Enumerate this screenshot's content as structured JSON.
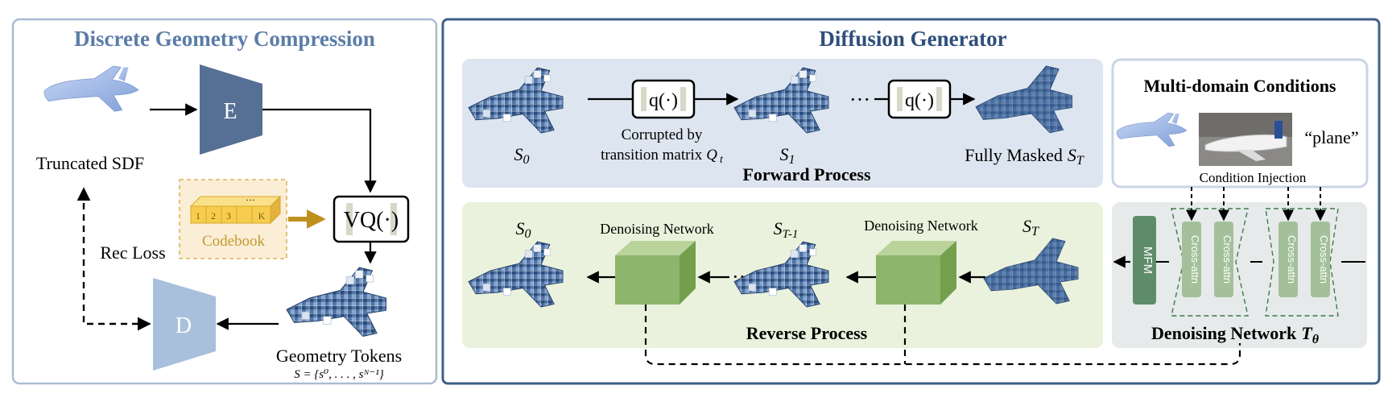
{
  "left_panel": {
    "title": "Discrete Geometry Compression",
    "truncated_sdf": "Truncated SDF",
    "encoder": "E",
    "decoder": "D",
    "codebook": {
      "label": "Codebook",
      "cells": [
        "1",
        "2",
        "3",
        "···",
        "K"
      ]
    },
    "vq": "VQ(·)",
    "rec_loss": "Rec Loss",
    "geometry_tokens": "Geometry Tokens",
    "token_formula": "S = {s⁰, . . . , sᴺ⁻¹}"
  },
  "right_panel": {
    "title": "Diffusion Generator",
    "forward": {
      "label": "Forward Process",
      "q1": "q(·)",
      "q2": "q(·)",
      "corrupted_line1": "Corrupted by",
      "corrupted_line2": "transition matrix",
      "Q": "Q",
      "t": "t",
      "s0_base": "S",
      "s0_sub": "0",
      "s1_base": "S",
      "s1_sub": "1",
      "fully_masked": "Fully Masked",
      "sT_base": "S",
      "sT_sub": "T",
      "dots": "···"
    },
    "reverse": {
      "label": "Reverse Process",
      "s0_base": "S",
      "s0_sub": "0",
      "st1_base": "S",
      "st1_sub": "T-1",
      "sT_base": "S",
      "sT_sub": "T",
      "denoise1": "Denoising Network",
      "denoise2": "Denoising Network",
      "dots": "···"
    },
    "conditions": {
      "title": "Multi-domain Conditions",
      "text_prompt": "“plane”",
      "injection": "Condition Injection"
    },
    "denoising_net": {
      "label": "Denoising Network",
      "theta_base": "T",
      "theta_sub": "θ",
      "mfm": "MFM",
      "cross_attn": [
        "Cross-attn",
        "Cross-attn",
        "Cross-attn",
        "Cross-attn"
      ]
    }
  },
  "colors": {
    "panel_border": "#a9bcd3",
    "right_border": "#3e5f87",
    "title": "#5b7ca7",
    "title_right": "#2f4f7a",
    "forward_bg": "#dde6f0",
    "reverse_bg": "#eaf2dd",
    "denoise_bg": "#e6eaea",
    "encoder": "#566f95",
    "decoder": "#a9c0dc",
    "green_cube": "#8db56b",
    "mfm": "#5e8c6a",
    "cross_attn": "#a3c09a",
    "codebook_fill": "#fbeed7",
    "codebook_border": "#e0b25a",
    "codebook_text": "#c39a2f",
    "plane_blue": "#9db6e6",
    "voxel_dark": "#2c4c7a",
    "voxel_mid": "#5a7fae"
  }
}
